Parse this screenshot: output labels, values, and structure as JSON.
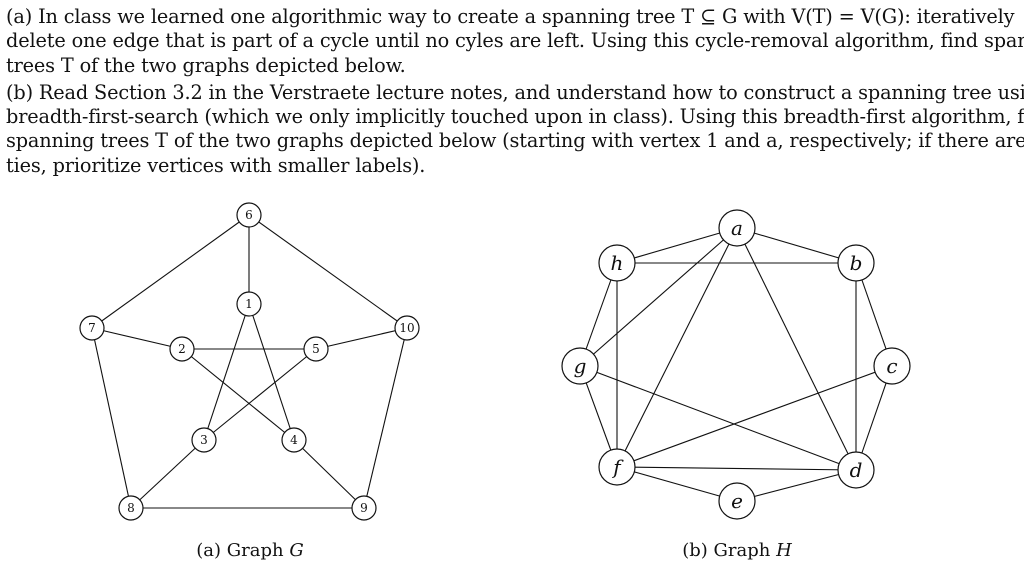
{
  "problem": {
    "part_a": {
      "lines": [
        "(a) In class we learned one algorithmic way to create a spanning tree T ⊆ G with V(T) = V(G): iteratively",
        "delete one edge that is part of a cycle until no cyles are left. Using this cycle-removal algorithm, find spanning",
        "trees T of the two graphs depicted below."
      ]
    },
    "part_b": {
      "lines": [
        "(b) Read Section 3.2 in the Verstraete lecture notes, and understand how to construct a spanning tree using",
        "breadth-first-search (which we only implicitly touched upon in class). Using this breadth-first algorithm, find",
        "spanning trees T of the two graphs depicted below (starting with vertex 1 and a, respectively; if there are",
        "ties, prioritize vertices with smaller labels)."
      ]
    }
  },
  "graph_g": {
    "caption_prefix": "(a) Graph ",
    "caption_var": "G",
    "nodes": [
      "1",
      "2",
      "3",
      "4",
      "5",
      "6",
      "7",
      "8",
      "9",
      "10"
    ],
    "edges": [
      [
        "6",
        "1"
      ],
      [
        "6",
        "7"
      ],
      [
        "6",
        "10"
      ],
      [
        "7",
        "8"
      ],
      [
        "8",
        "9"
      ],
      [
        "9",
        "10"
      ],
      [
        "7",
        "2"
      ],
      [
        "10",
        "5"
      ],
      [
        "8",
        "3"
      ],
      [
        "9",
        "4"
      ],
      [
        "1",
        "3"
      ],
      [
        "1",
        "4"
      ],
      [
        "2",
        "5"
      ],
      [
        "2",
        "4"
      ],
      [
        "3",
        "5"
      ]
    ]
  },
  "graph_h": {
    "caption_prefix": "(b) Graph ",
    "caption_var": "H",
    "nodes": [
      "a",
      "b",
      "c",
      "d",
      "e",
      "f",
      "g",
      "h"
    ],
    "edges": [
      [
        "a",
        "b"
      ],
      [
        "b",
        "c"
      ],
      [
        "c",
        "d"
      ],
      [
        "d",
        "e"
      ],
      [
        "e",
        "f"
      ],
      [
        "f",
        "g"
      ],
      [
        "g",
        "h"
      ],
      [
        "h",
        "a"
      ],
      [
        "h",
        "b"
      ],
      [
        "h",
        "f"
      ],
      [
        "a",
        "f"
      ],
      [
        "a",
        "d"
      ],
      [
        "b",
        "d"
      ],
      [
        "c",
        "f"
      ],
      [
        "f",
        "d"
      ],
      [
        "g",
        "d"
      ],
      [
        "g",
        "a"
      ]
    ]
  }
}
